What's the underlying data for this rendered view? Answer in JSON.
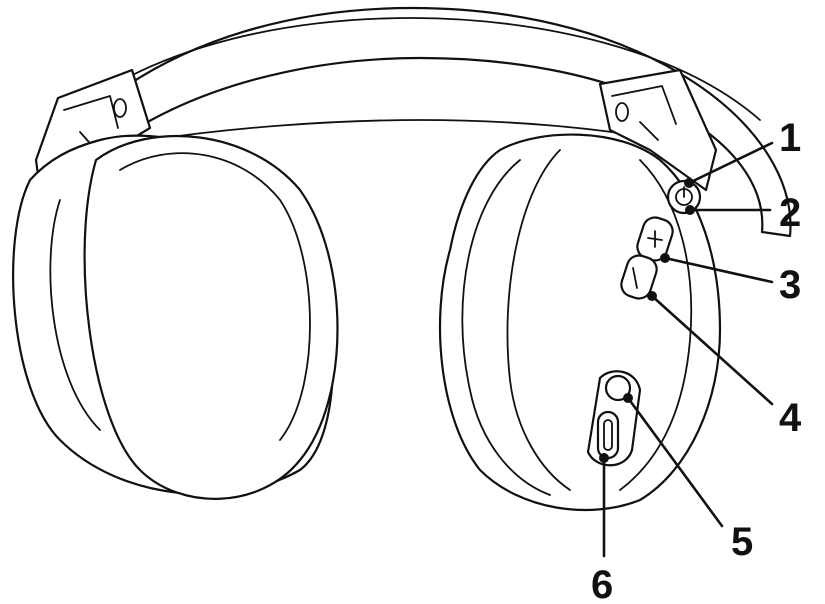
{
  "figure": {
    "subject": "headphones",
    "callouts": [
      {
        "number": "1"
      },
      {
        "number": "2"
      },
      {
        "number": "3"
      },
      {
        "number": "4"
      },
      {
        "number": "5"
      },
      {
        "number": "6"
      }
    ],
    "colors": {
      "line": "#111111",
      "background": "#ffffff"
    }
  }
}
